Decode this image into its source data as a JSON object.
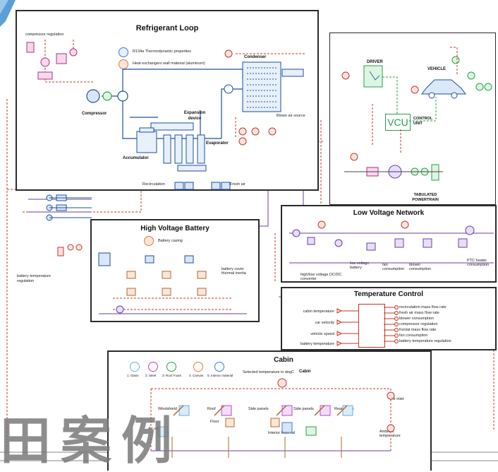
{
  "refrigerant_loop": {
    "title": "Refrigerant Loop",
    "compressor_regulation": "compressor regulation",
    "legend_thermo": "R134a Thermodynamic properties",
    "legend_wall": "Heat exchangers wall material (aluminum)",
    "condenser": "Condenser",
    "compressor": "Compressor",
    "expansion_device": "Expansion device",
    "evaporator": "Evaporator",
    "accumulator": "Accumulator",
    "blown_air_source": "Blown air source",
    "recirculation": "Recirculation",
    "fresh_air": "Fresh air"
  },
  "vehicle_panel": {
    "driver": "DRIVER",
    "vehicle": "VEHICLE",
    "vcu": "VCU",
    "control_unit": "CONTROL UNIT",
    "tabulated_powertrain": "TABULATED POWERTRAIN"
  },
  "low_voltage": {
    "title": "Low Voltage Network",
    "lv_battery": "low voltage battery",
    "fan_consumption": "fan consumption",
    "blower_consumption": "blower consumption",
    "ptc_consumption": "PTC heater consumption",
    "dcdc": "high/low voltage DC/DC converter"
  },
  "hv_battery": {
    "title": "High Voltage Battery",
    "battery_casing": "Battery casing",
    "battery_temp_reg": "battery temperature regulation",
    "battery_cover": "battery cover thermal inertia"
  },
  "temperature_control": {
    "title": "Temperature Control",
    "inputs": [
      "cabin temperature",
      "car velocity",
      "vehicle speed",
      "battery temperature"
    ],
    "outputs": [
      "recirculation mass flow rate",
      "fresh air mass flow rate",
      "blower consumption",
      "compressor regulation",
      "frontal mass flow rate",
      "fan consumption",
      "battery temperature regulation"
    ]
  },
  "cabin": {
    "title": "Cabin",
    "legend": [
      "1: Glass",
      "2: Steel",
      "3: Roof Foam",
      "4: Canvas",
      "5: Interior material"
    ],
    "legend_colors": [
      "#6aaee0",
      "#b04ad8",
      "#27a04a",
      "#e07a3a",
      "#3a7ad8"
    ],
    "setpoint": "Selected temperature in degC",
    "setpoint_value": "Cabin",
    "zones": [
      "Windshield",
      "Roof",
      "Side panels",
      "Side panels",
      "Rear Glass"
    ],
    "floor": "Floor",
    "interior": "Interior Material",
    "ambient": "Ambient temperature",
    "air_vents": "Air vents",
    "inlet": "Air inlet"
  },
  "watermark": "田案例"
}
